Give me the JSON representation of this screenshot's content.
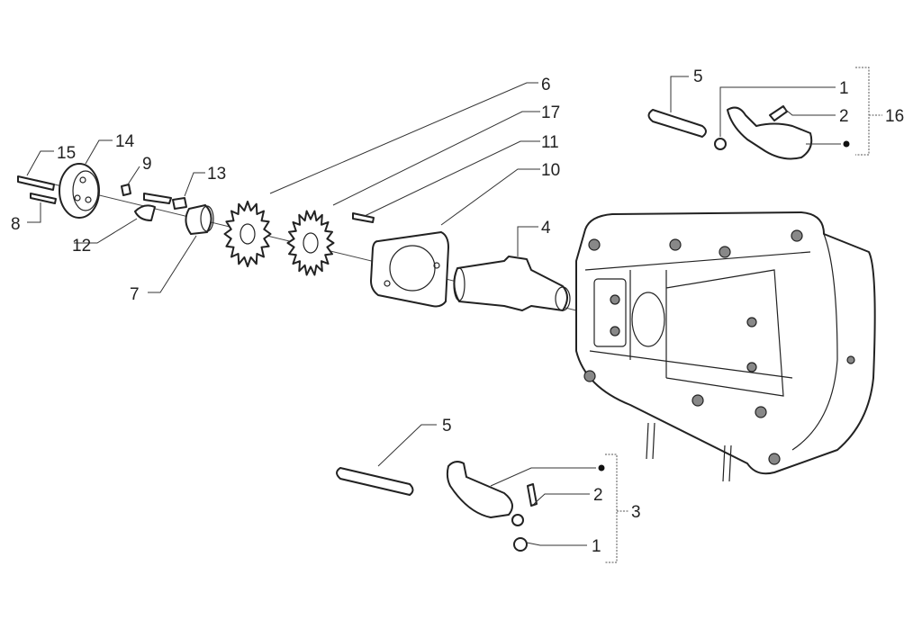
{
  "diagram": {
    "type": "exploded parts diagram",
    "callouts": {
      "c6": "6",
      "c17": "17",
      "c11": "11",
      "c10": "10",
      "c4": "4",
      "c15": "15",
      "c14": "14",
      "c9": "9",
      "c13": "13",
      "c8": "8",
      "c12": "12",
      "c7": "7",
      "top_5": "5",
      "top_1": "1",
      "top_2": "2",
      "top_16": "16",
      "bot_5": "5",
      "bot_2": "2",
      "bot_3": "3",
      "bot_1": "1"
    },
    "marker": "•"
  }
}
